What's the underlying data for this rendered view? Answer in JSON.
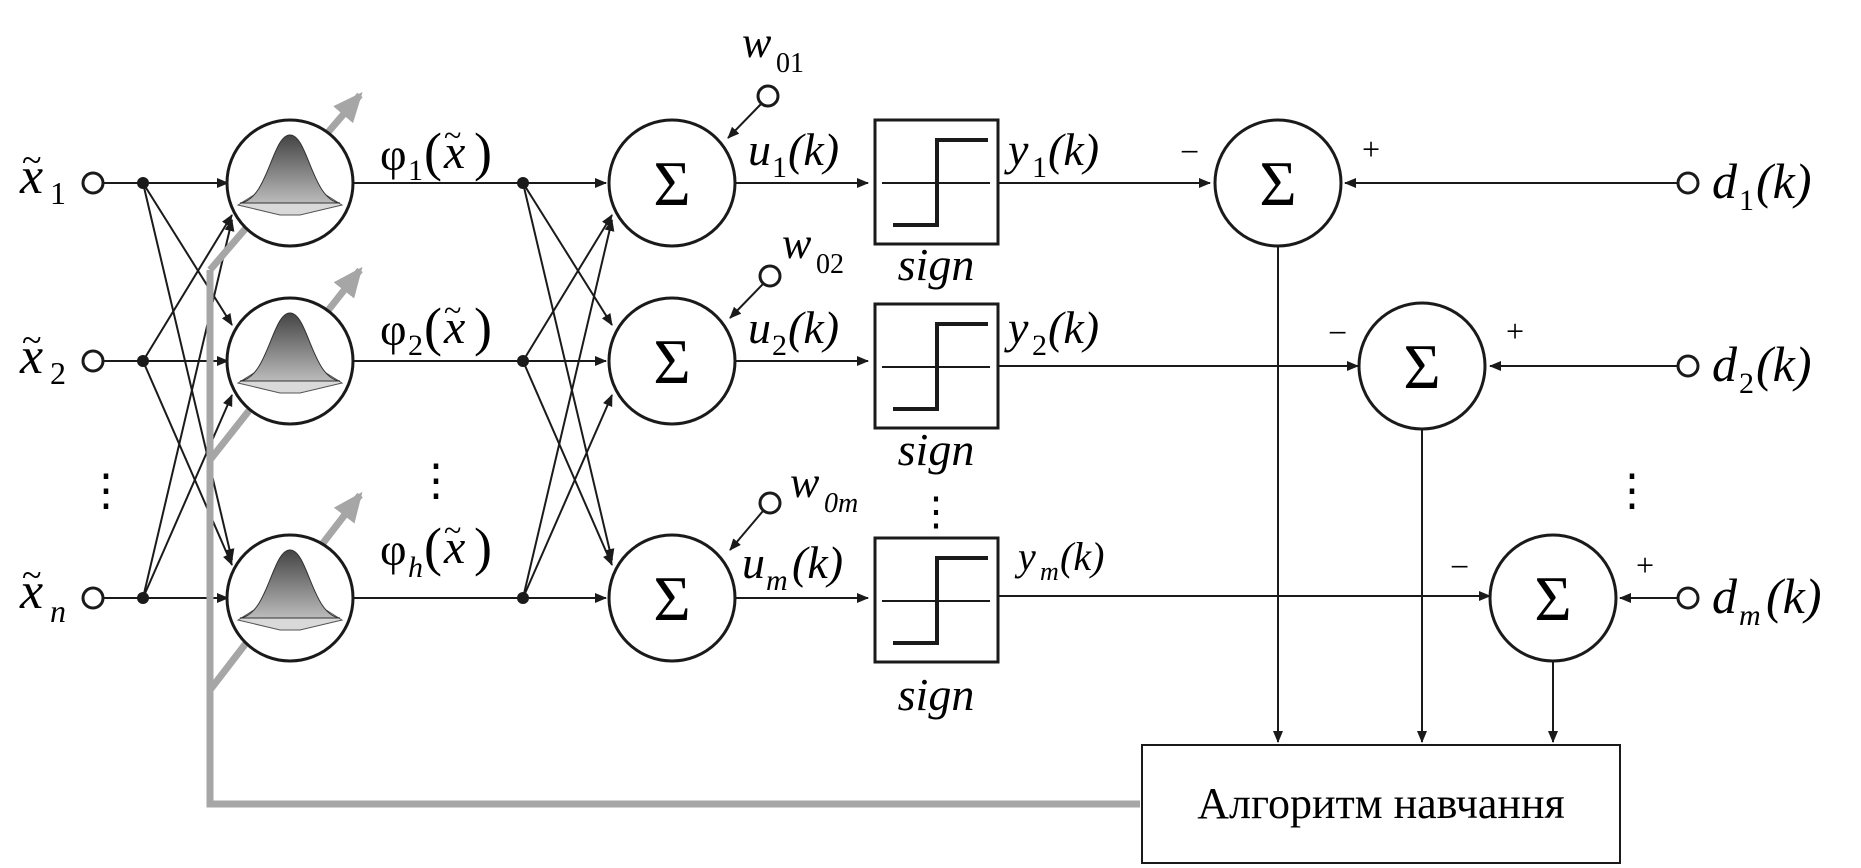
{
  "inputs": [
    {
      "base": "x",
      "sub": "1"
    },
    {
      "base": "x",
      "sub": "2"
    },
    {
      "base": "x",
      "sub": "n"
    }
  ],
  "input_dots": "⋮",
  "rbf_outputs": [
    {
      "phi": "φ",
      "sub": "1",
      "arg": "x"
    },
    {
      "phi": "φ",
      "sub": "2",
      "arg": "x"
    },
    {
      "phi": "φ",
      "sub": "h",
      "arg": "x"
    }
  ],
  "rbf_dots": "⋮",
  "sum_symbol": "Σ",
  "biases": [
    {
      "base": "w",
      "sub": "01"
    },
    {
      "base": "w",
      "sub": "02"
    },
    {
      "base": "w",
      "sub": "0m"
    }
  ],
  "net_outputs": [
    {
      "base": "u",
      "sub": "1",
      "arg": "(k)"
    },
    {
      "base": "u",
      "sub": "2",
      "arg": "(k)"
    },
    {
      "base": "u",
      "sub": "m",
      "arg": "(k)"
    }
  ],
  "activation_label": "sign",
  "activation_dots": "⋮",
  "outputs": [
    {
      "base": "y",
      "sub": "1",
      "arg": "(k)"
    },
    {
      "base": "y",
      "sub": "2",
      "arg": "(k)"
    },
    {
      "base": "y",
      "sub": "m",
      "arg": "(k)"
    }
  ],
  "desired": [
    {
      "base": "d",
      "sub": "1",
      "arg": "(k)"
    },
    {
      "base": "d",
      "sub": "2",
      "arg": "(k)"
    },
    {
      "base": "d",
      "sub": "m",
      "arg": "(k)"
    }
  ],
  "desired_dots": "⋮",
  "minus_sign": "−",
  "plus_sign": "+",
  "learning_block": "Алгоритм навчання",
  "colors": {
    "line": "#1a1a1a",
    "feedback": "#a6a6a6",
    "background": "#ffffff"
  }
}
